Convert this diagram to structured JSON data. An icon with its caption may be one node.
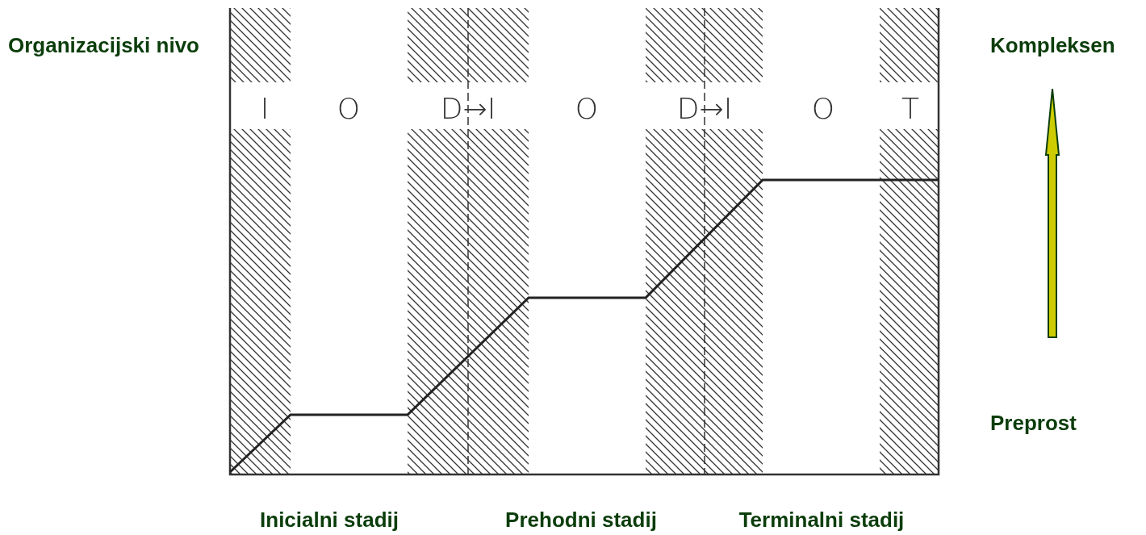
{
  "diagram": {
    "labels": [
      "Organizacijski nivo",
      "Kompleksen",
      "I",
      "O",
      "D→I",
      "O",
      "D→I",
      "O",
      "T",
      "Preprost",
      "Inicialni stadij",
      "Prehodni stadij",
      "Terminalni stadij"
    ]
  }
}
